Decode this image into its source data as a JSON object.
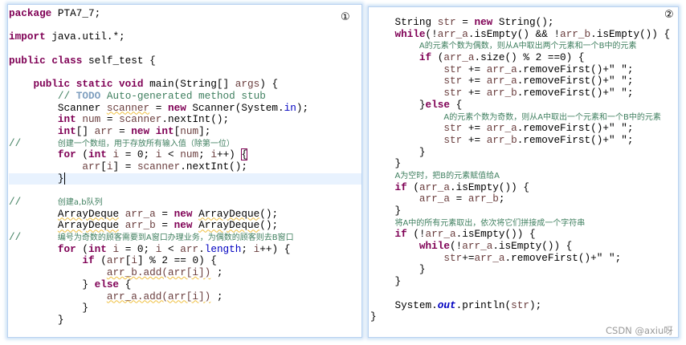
{
  "markers": {
    "first": "①",
    "second": "②"
  },
  "watermark": "CSDN @axiu呀",
  "colors": {
    "keyword": "#7f0055",
    "comment": "#3f7f5f",
    "field": "#0000c0",
    "local_variable": "#6a3e3e",
    "current_line": "#e8f2fe"
  },
  "left": {
    "lines": [
      [
        {
          "t": "package",
          "c": "k"
        },
        {
          "t": " PTA7_7;"
        }
      ],
      [],
      [
        {
          "t": "import",
          "c": "k"
        },
        {
          "t": " java.util.*;"
        }
      ],
      [],
      [
        {
          "t": "public",
          "c": "k"
        },
        {
          "t": " "
        },
        {
          "t": "class",
          "c": "k"
        },
        {
          "t": " self_test {"
        }
      ],
      [],
      [
        {
          "t": "    "
        },
        {
          "t": "public static void",
          "c": "k"
        },
        {
          "t": " main(String[] "
        },
        {
          "t": "args",
          "c": "v"
        },
        {
          "t": ") {"
        }
      ],
      [
        {
          "t": "        "
        },
        {
          "t": "// ",
          "c": "c"
        },
        {
          "t": "TODO",
          "c": "t"
        },
        {
          "t": " Auto-generated method stub",
          "c": "c"
        }
      ],
      [
        {
          "t": "        Scanner "
        },
        {
          "t": "scanner",
          "c": "v w"
        },
        {
          "t": " = "
        },
        {
          "t": "new",
          "c": "k"
        },
        {
          "t": " Scanner(System."
        },
        {
          "t": "in",
          "c": "f"
        },
        {
          "t": ");"
        }
      ],
      [
        {
          "t": "        "
        },
        {
          "t": "int",
          "c": "k"
        },
        {
          "t": " "
        },
        {
          "t": "num",
          "c": "v"
        },
        {
          "t": " = "
        },
        {
          "t": "scanner",
          "c": "v"
        },
        {
          "t": ".nextInt();"
        }
      ],
      [
        {
          "t": "        "
        },
        {
          "t": "int",
          "c": "k"
        },
        {
          "t": "[] "
        },
        {
          "t": "arr",
          "c": "v"
        },
        {
          "t": " = "
        },
        {
          "t": "new",
          "c": "k"
        },
        {
          "t": " "
        },
        {
          "t": "int",
          "c": "k"
        },
        {
          "t": "["
        },
        {
          "t": "num",
          "c": "v"
        },
        {
          "t": "];"
        }
      ],
      [
        {
          "t": "//      ",
          "c": "c"
        },
        {
          "t": "创建一个数组，用于存放所有输入值（除第一位）",
          "c": "cz"
        }
      ],
      [
        {
          "t": "        "
        },
        {
          "t": "for",
          "c": "k"
        },
        {
          "t": " ("
        },
        {
          "t": "int",
          "c": "k"
        },
        {
          "t": " "
        },
        {
          "t": "i",
          "c": "v"
        },
        {
          "t": " = 0; "
        },
        {
          "t": "i",
          "c": "v"
        },
        {
          "t": " < "
        },
        {
          "t": "num",
          "c": "v"
        },
        {
          "t": "; "
        },
        {
          "t": "i",
          "c": "v"
        },
        {
          "t": "++) "
        },
        {
          "t": "{",
          "c": "b"
        }
      ],
      [
        {
          "t": "            "
        },
        {
          "t": "arr",
          "c": "v"
        },
        {
          "t": "["
        },
        {
          "t": "i",
          "c": "v"
        },
        {
          "t": "] = "
        },
        {
          "t": "scanner",
          "c": "v"
        },
        {
          "t": ".nextInt();"
        }
      ],
      [
        {
          "t": "        "
        },
        {
          "t": "}",
          "c": "cursor"
        }
      ],
      [],
      [
        {
          "t": "//      ",
          "c": "c"
        },
        {
          "t": "创建a,b队列",
          "c": "cz"
        }
      ],
      [
        {
          "t": "        "
        },
        {
          "t": "ArrayDeque",
          "c": "w"
        },
        {
          "t": " "
        },
        {
          "t": "arr_a",
          "c": "v"
        },
        {
          "t": " = "
        },
        {
          "t": "new",
          "c": "k"
        },
        {
          "t": " "
        },
        {
          "t": "ArrayDeque",
          "c": "w"
        },
        {
          "t": "();"
        }
      ],
      [
        {
          "t": "        "
        },
        {
          "t": "ArrayDeque",
          "c": "w"
        },
        {
          "t": " "
        },
        {
          "t": "arr_b",
          "c": "v"
        },
        {
          "t": " = "
        },
        {
          "t": "new",
          "c": "k"
        },
        {
          "t": " "
        },
        {
          "t": "ArrayDeque",
          "c": "w"
        },
        {
          "t": "();"
        }
      ],
      [
        {
          "t": "//      ",
          "c": "c"
        },
        {
          "t": "编号为奇数的顾客需要到A窗口办理业务，为偶数的顾客则去B窗口",
          "c": "cz"
        }
      ],
      [
        {
          "t": "        "
        },
        {
          "t": "for",
          "c": "k"
        },
        {
          "t": " ("
        },
        {
          "t": "int",
          "c": "k"
        },
        {
          "t": " "
        },
        {
          "t": "i",
          "c": "v"
        },
        {
          "t": " = 0; "
        },
        {
          "t": "i",
          "c": "v"
        },
        {
          "t": " < "
        },
        {
          "t": "arr",
          "c": "v"
        },
        {
          "t": "."
        },
        {
          "t": "length",
          "c": "f"
        },
        {
          "t": "; "
        },
        {
          "t": "i",
          "c": "v"
        },
        {
          "t": "++) {"
        }
      ],
      [
        {
          "t": "            "
        },
        {
          "t": "if",
          "c": "k"
        },
        {
          "t": " ("
        },
        {
          "t": "arr",
          "c": "v"
        },
        {
          "t": "["
        },
        {
          "t": "i",
          "c": "v"
        },
        {
          "t": "] % 2 == 0) {"
        }
      ],
      [
        {
          "t": "                "
        },
        {
          "t": "arr_b.add(arr[i])",
          "c": "v w"
        },
        {
          "t": " ;"
        }
      ],
      [
        {
          "t": "            } "
        },
        {
          "t": "else",
          "c": "k"
        },
        {
          "t": " {"
        }
      ],
      [
        {
          "t": "                "
        },
        {
          "t": "arr_a.add(arr[i])",
          "c": "v w"
        },
        {
          "t": " ;"
        }
      ],
      [
        {
          "t": "            }"
        }
      ],
      [
        {
          "t": "        }"
        }
      ]
    ]
  },
  "right": {
    "lines": [
      [
        {
          "t": "    String "
        },
        {
          "t": "str",
          "c": "v"
        },
        {
          "t": " = "
        },
        {
          "t": "new",
          "c": "k"
        },
        {
          "t": " String();"
        }
      ],
      [
        {
          "t": "    "
        },
        {
          "t": "while",
          "c": "k"
        },
        {
          "t": "(!"
        },
        {
          "t": "arr_a",
          "c": "v"
        },
        {
          "t": ".isEmpty() && !"
        },
        {
          "t": "arr_b",
          "c": "v"
        },
        {
          "t": ".isEmpty()) {"
        }
      ],
      [
        {
          "t": "        "
        },
        {
          "t": "A的元素个数为偶数，则从A中取出两个元素和一个B中的元素",
          "c": "cz"
        }
      ],
      [
        {
          "t": "        "
        },
        {
          "t": "if",
          "c": "k"
        },
        {
          "t": " ("
        },
        {
          "t": "arr_a",
          "c": "v"
        },
        {
          "t": ".size() % 2 ==0) {"
        }
      ],
      [
        {
          "t": "            "
        },
        {
          "t": "str",
          "c": "v"
        },
        {
          "t": " += "
        },
        {
          "t": "arr_a",
          "c": "v"
        },
        {
          "t": ".removeFirst()+\" \";"
        }
      ],
      [
        {
          "t": "            "
        },
        {
          "t": "str",
          "c": "v"
        },
        {
          "t": " += "
        },
        {
          "t": "arr_a",
          "c": "v"
        },
        {
          "t": ".removeFirst()+\" \";"
        }
      ],
      [
        {
          "t": "            "
        },
        {
          "t": "str",
          "c": "v"
        },
        {
          "t": " += "
        },
        {
          "t": "arr_b",
          "c": "v"
        },
        {
          "t": ".removeFirst()+\" \";"
        }
      ],
      [
        {
          "t": "        }"
        },
        {
          "t": "else",
          "c": "k"
        },
        {
          "t": " {"
        }
      ],
      [
        {
          "t": "            "
        },
        {
          "t": "A的元素个数为奇数，则从A中取出一个元素和一个B中的元素",
          "c": "cz"
        }
      ],
      [
        {
          "t": "            "
        },
        {
          "t": "str",
          "c": "v"
        },
        {
          "t": " += "
        },
        {
          "t": "arr_a",
          "c": "v"
        },
        {
          "t": ".removeFirst()+\" \";"
        }
      ],
      [
        {
          "t": "            "
        },
        {
          "t": "str",
          "c": "v"
        },
        {
          "t": " += "
        },
        {
          "t": "arr_b",
          "c": "v"
        },
        {
          "t": ".removeFirst()+\" \";"
        }
      ],
      [
        {
          "t": "        }"
        }
      ],
      [
        {
          "t": "    }"
        }
      ],
      [
        {
          "t": "    "
        },
        {
          "t": "A为空时，把B的元素赋值给A",
          "c": "cz"
        }
      ],
      [
        {
          "t": "    "
        },
        {
          "t": "if",
          "c": "k"
        },
        {
          "t": " ("
        },
        {
          "t": "arr_a",
          "c": "v"
        },
        {
          "t": ".isEmpty()) {"
        }
      ],
      [
        {
          "t": "        "
        },
        {
          "t": "arr_a",
          "c": "v"
        },
        {
          "t": " = "
        },
        {
          "t": "arr_b",
          "c": "v"
        },
        {
          "t": ";"
        }
      ],
      [
        {
          "t": "    }"
        }
      ],
      [
        {
          "t": "    "
        },
        {
          "t": "将A中的所有元素取出，依次将它们拼接成一个字符串",
          "c": "cz"
        }
      ],
      [
        {
          "t": "    "
        },
        {
          "t": "if",
          "c": "k"
        },
        {
          "t": " (!"
        },
        {
          "t": "arr_a",
          "c": "v"
        },
        {
          "t": ".isEmpty()) {"
        }
      ],
      [
        {
          "t": "        "
        },
        {
          "t": "while",
          "c": "k"
        },
        {
          "t": "(!"
        },
        {
          "t": "arr_a",
          "c": "v"
        },
        {
          "t": ".isEmpty()) {"
        }
      ],
      [
        {
          "t": "            "
        },
        {
          "t": "str",
          "c": "v"
        },
        {
          "t": "+="
        },
        {
          "t": "arr_a",
          "c": "v"
        },
        {
          "t": ".removeFirst()+\" \";"
        }
      ],
      [
        {
          "t": "        }"
        }
      ],
      [
        {
          "t": "    }"
        }
      ],
      [],
      [
        {
          "t": "    System."
        },
        {
          "t": "out",
          "c": "fi"
        },
        {
          "t": ".println("
        },
        {
          "t": "str",
          "c": "v"
        },
        {
          "t": ");"
        }
      ],
      [
        {
          "t": "}"
        }
      ]
    ]
  }
}
